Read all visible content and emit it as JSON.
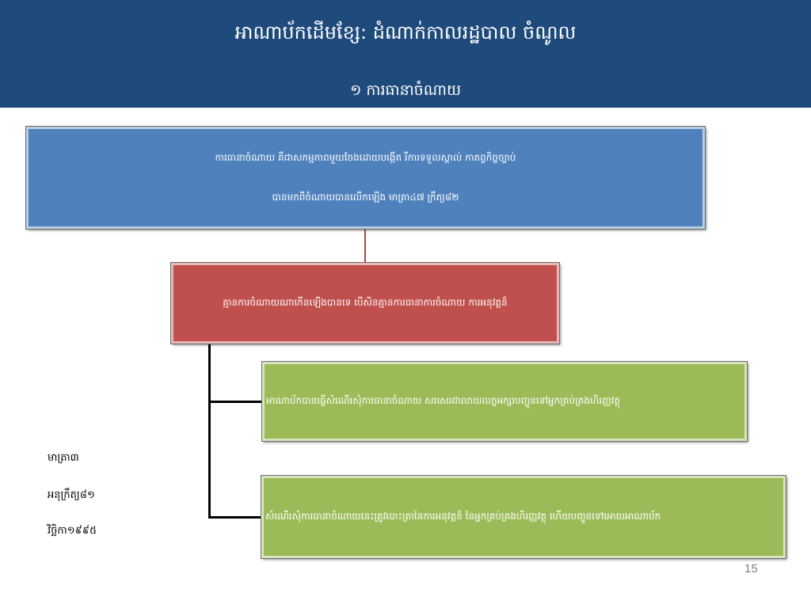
{
  "header": {
    "title": "អាណាប័កដើមខ្សែ: ដំណាក់កាលរដ្ឋបាល ចំណូល",
    "subtitle": "១ ការធានាចំណាយ"
  },
  "diagram": {
    "box_blue": {
      "line1": "ការធានាចំណាយ គឺជាសកម្មភាពមួយចែងដោយបង្កើត រឺការទទួលស្គាល់ កាតព្វកិច្ចច្បាប់",
      "line2": "បានមកពីចំណាយបានលើកឡើង មាត្រា៤៧ ក្រឹត្យ៨២"
    },
    "box_red": "គ្មានការចំណាយណាកើនឡើងបានទេ បើសិនគ្មានការធានាការចំណាយ ការអនុវត្តន៏",
    "box_green1": "អាណាប័កបានធ្វើសំណើរសុំការធានាចំណាយ សរសេរជាលាយលក្ខអក្សរបញ្ជូនទៅអ្នកគ្រប់គ្រងហិរញ្ញវត្ថុ",
    "box_green2": "សំណើរសុំការធានាចំណាយនេះត្រូវបោះត្រានៃការអនុវត្តន៏ នៃអ្នកគ្រប់គ្រងហិរញ្ញវត្ថុ ហើយបញ្ជូនទៅអោយអាណាប័ក"
  },
  "sidebar_refs": [
    "មាត្រា៣",
    "អនុក្រឹត្យ៨១",
    "វិច្ឆិកា១៩៩៥"
  ],
  "page_number": "15",
  "colors": {
    "header": "#1f4a7c",
    "blue": "#4f81bd",
    "red": "#c0504d",
    "green": "#9bbb59"
  }
}
